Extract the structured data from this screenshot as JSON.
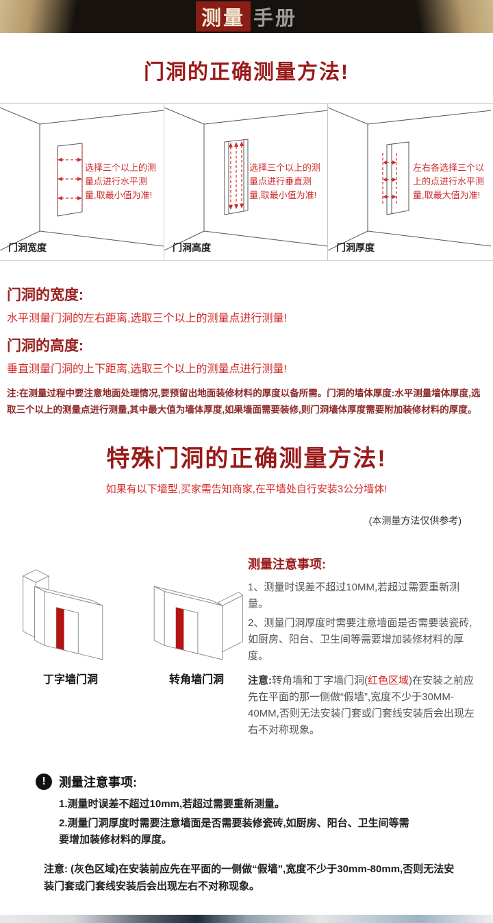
{
  "header": {
    "title_highlight": "测量",
    "title_rest": "手册"
  },
  "section1": {
    "heading": "门洞的正确测量方法!",
    "panels": [
      {
        "annotation": "选择三个以上的测量点进行水平测量,取最小值为准!",
        "label": "门洞宽度"
      },
      {
        "annotation": "选择三个以上的测量点进行垂直测量,取最小值为准!",
        "label": "门洞高度"
      },
      {
        "annotation": "左右各选择三个以上的点进行水平测量,取最大值为准!",
        "label": "门洞厚度"
      }
    ],
    "width_title": "门洞的宽度:",
    "width_desc": "水平测量门洞的左右距离,选取三个以上的测量点进行测量!",
    "height_title": "门洞的高度:",
    "height_desc": "垂直测量门洞的上下距离,选取三个以上的测量点进行测量!",
    "note": "注:在测量过程中要注意地面处理情况,要预留出地面装修材料的厚度以备所需。门洞的墙体厚度:水平测量墙体厚度,选取三个以上的测量点进行测量,其中最大值为墙体厚度,如果墙面需要装修,则门洞墙体厚度需要附加装修材料的厚度。"
  },
  "section2": {
    "heading": "特殊门洞的正确测量方法!",
    "subheading": "如果有以下墙型,买家需告知商家,在平墙处自行安装3公分墙体!",
    "reference_note": "(本测量方法仅供参考)",
    "figures": [
      {
        "label": "丁字墙门洞"
      },
      {
        "label": "转角墙门洞"
      }
    ],
    "notice_title": "测量注意事项:",
    "items": [
      "1、测量时误差不超过10MM,若超过需要重新测量。",
      "2、测量门洞厚度时需要注意墙面是否需要装瓷砖,如厨房、阳台、卫生间等需要增加装修材料的厚度。"
    ],
    "note_label": "注意:",
    "note_prefix": "转角墙和丁字墙门洞(",
    "note_red": "红色区域",
    "note_suffix": ")在安装之前应先在平面的那一侧做“假墙”,宽度不少于30MM-40MM,否则无法安装门套或门套线安装后会出现左右不对称现象。"
  },
  "section3": {
    "icon_glyph": "!",
    "notice_title": "测量注意事项:",
    "items": [
      "1.测量时误差不超过10mm,若超过需要重新测量。",
      "2.测量门洞厚度时需要注意墙面是否需要装修瓷砖,如厨房、阳台、卫生间等需要增加装修材料的厚度。"
    ],
    "note_label": "注意:",
    "note_text": "(灰色区域)在安装前应先在平面的一侧做“假墙”,宽度不少于30mm-80mm,否则无法安装门套或门套线安装后会出现左右不对称现象。"
  },
  "colors": {
    "header_tan": "#cdb98d",
    "header_dark": "#17120e",
    "title_block_red": "#8a1d15",
    "heading_red": "#9a1a1a",
    "body_red": "#d42a2a",
    "note_maroon": "#8f2b2b",
    "figure_stripe_red": "#b51414"
  }
}
